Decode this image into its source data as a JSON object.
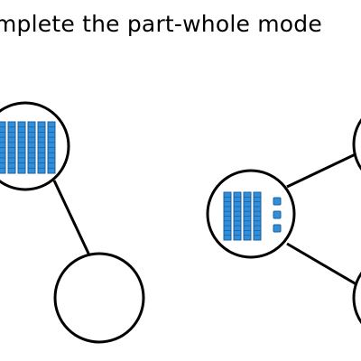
{
  "worksheet": {
    "instruction": "mplete the part-whole mode",
    "colors": {
      "block_fill": "#2f8fdc",
      "block_stroke": "#1f5f9a",
      "outline": "#000000",
      "background": "#ffffff"
    },
    "models": [
      {
        "id": "left",
        "filled_circle": {
          "tens_rods": 6,
          "ones_cubes": 0
        },
        "empty_circles": 1
      },
      {
        "id": "right",
        "filled_circle": {
          "tens_rods": 4,
          "ones_cubes": 3
        },
        "empty_circles": 2
      }
    ]
  }
}
